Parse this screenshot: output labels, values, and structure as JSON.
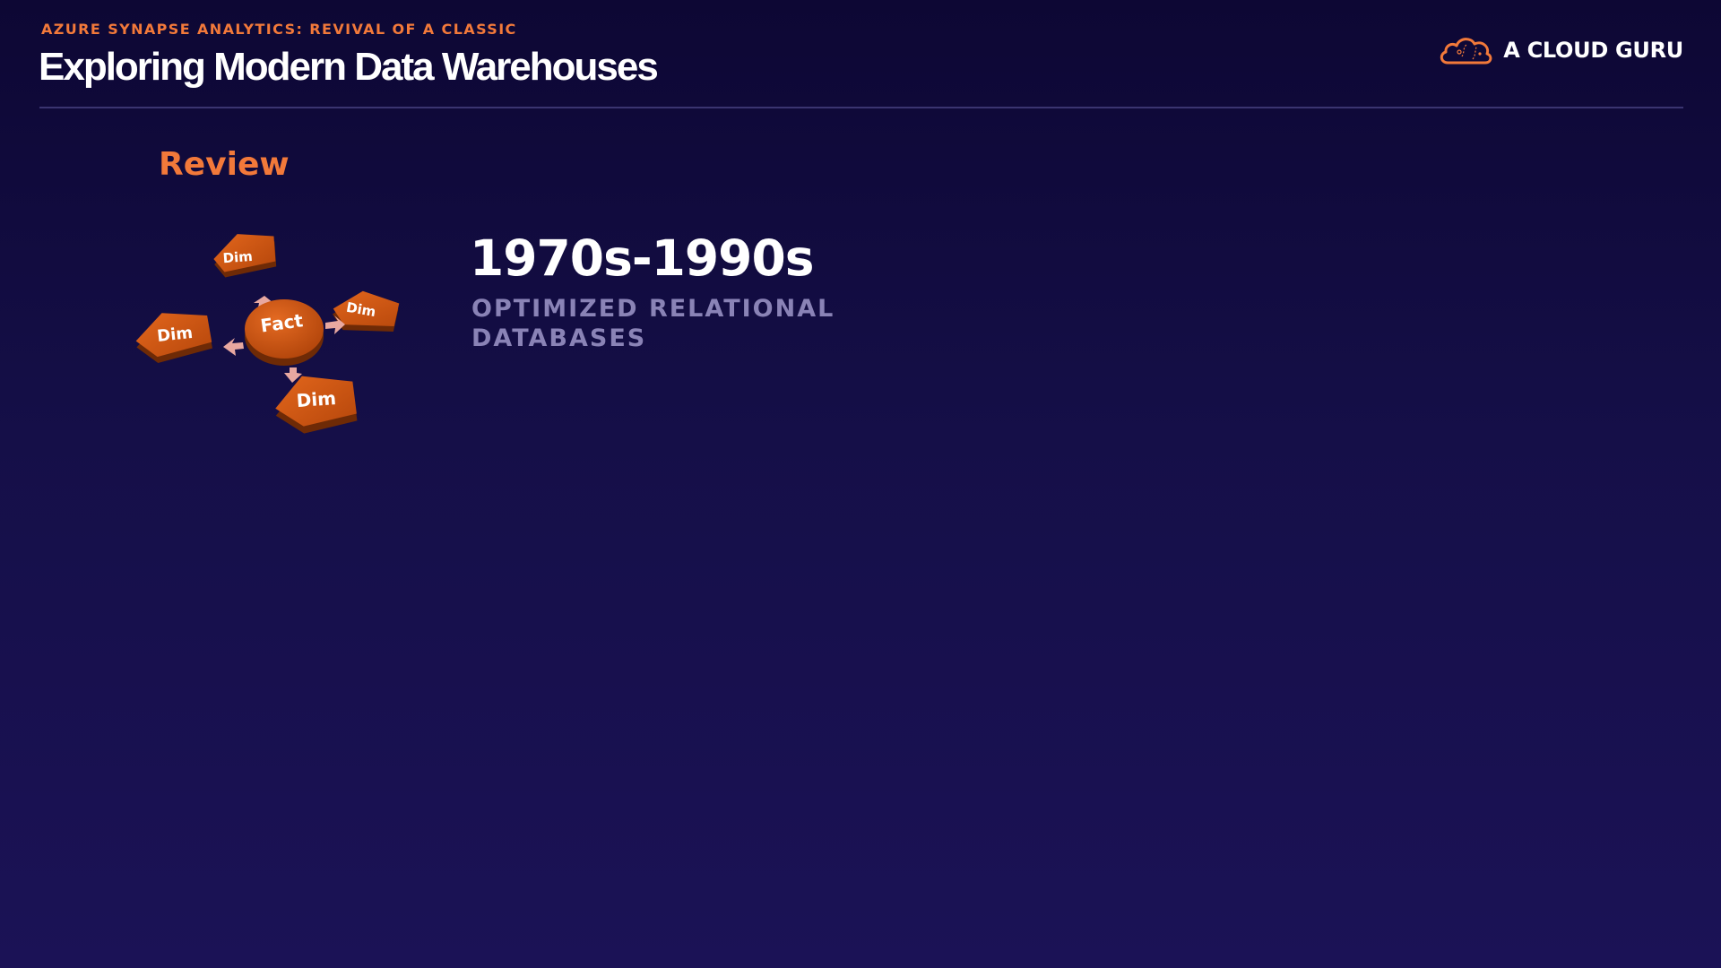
{
  "header": {
    "course": "AZURE SYNAPSE ANALYTICS: REVIVAL OF A CLASSIC",
    "title": "Exploring Modern Data Warehouses"
  },
  "brand": {
    "name": "A CLOUD GURU",
    "icon": "cloud-logo-icon"
  },
  "section": {
    "heading": "Review"
  },
  "diagram": {
    "center_label": "Fact",
    "dimension_labels": [
      "Dim",
      "Dim",
      "Dim",
      "Dim"
    ]
  },
  "era": {
    "years": "1970s-1990s",
    "description_line1": "OPTIMIZED RELATIONAL",
    "description_line2": "DATABASES"
  },
  "colors": {
    "accent": "#f2793a",
    "shape_orange": "#c9520f",
    "shape_side": "#6e2a06",
    "arrow": "#e8a8a0",
    "muted_text": "#8a83b6",
    "background_top": "#0d0734",
    "background_bottom": "#1b1256"
  }
}
